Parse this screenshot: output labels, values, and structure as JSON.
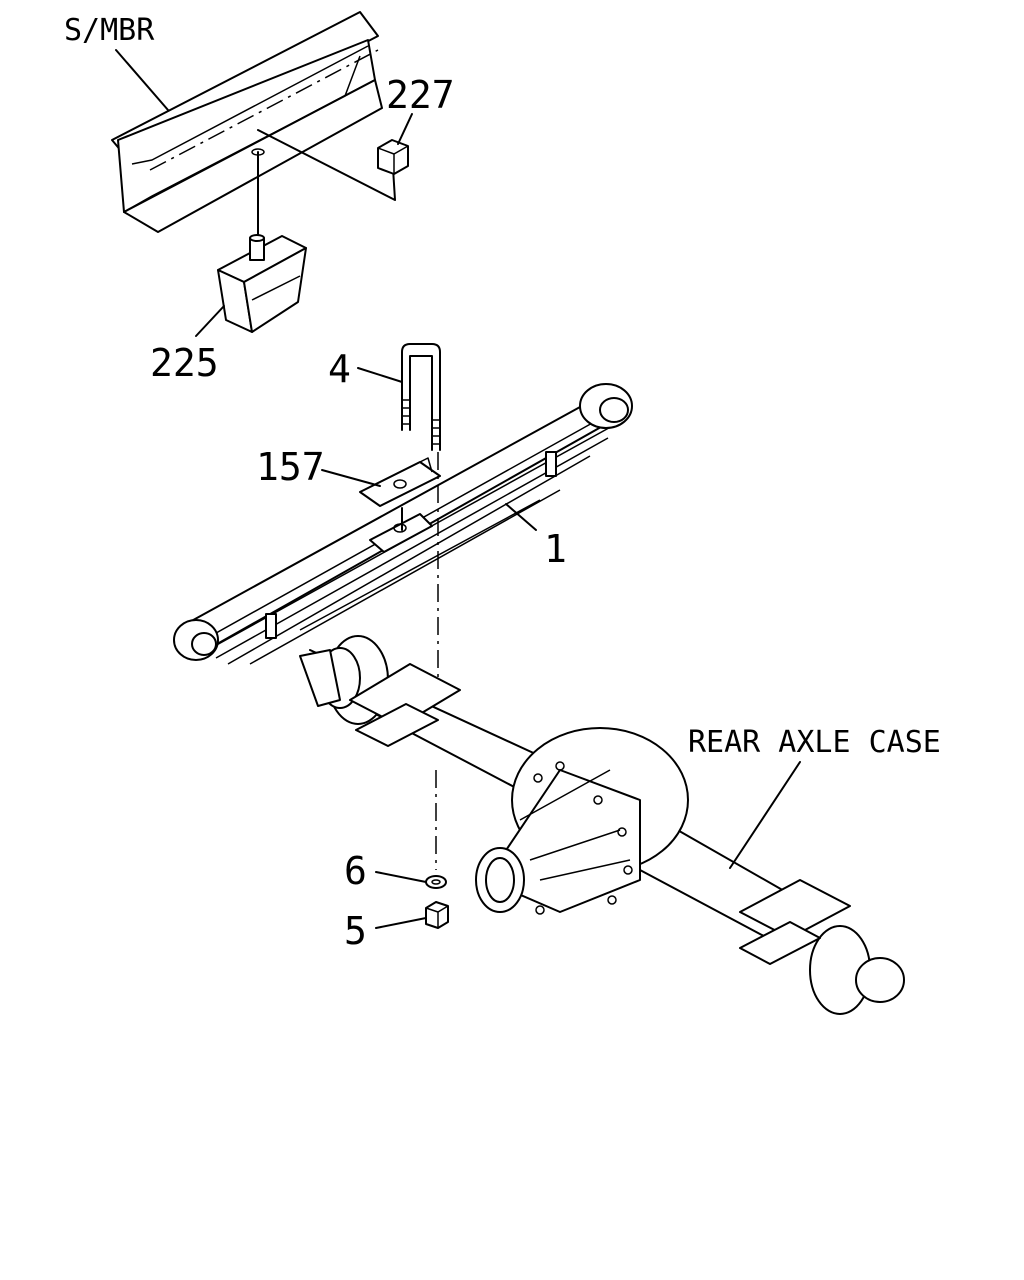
{
  "labels": {
    "smbr": "S/MBR",
    "p227": "227",
    "p225": "225",
    "p4": "4",
    "p157": "157",
    "p1": "1",
    "rear_axle_case": "REAR AXLE CASE",
    "p6": "6",
    "p5": "5"
  }
}
